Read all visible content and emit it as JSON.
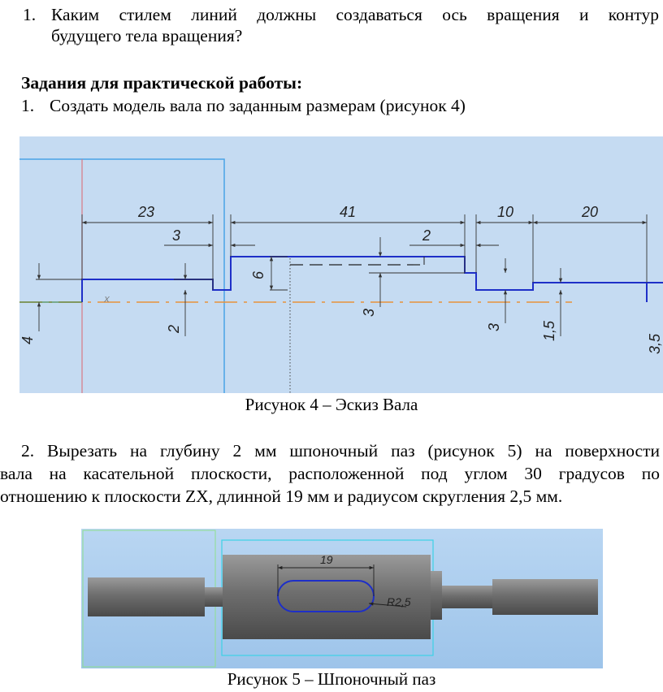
{
  "doc": {
    "q1_number": "1.",
    "q1_line1": "Каким стилем линий должны создаваться ось вращения и контур",
    "q1_line2": "будущего тела вращения?",
    "tasks_heading": "Задания для практической работы:",
    "task1_number": "1.",
    "task1_text": "Создать модель вала по заданным размерам (рисунок 4)",
    "figure4_caption": "Рисунок 4 – Эскиз Вала",
    "task2_line1": "2.   Вырезать на глубину 2 мм шпоночный паз (рисунок 5) на поверхности",
    "task2_line2": "вала на касательной плоскости, расположенной под углом 30 градусов по",
    "task2_line3": "отношению к плоскости ZX, длинной 19 мм и радиусом скругления 2,5 мм.",
    "figure5_caption": "Рисунок 5 – Шпоночный паз"
  },
  "sketch": {
    "dims": {
      "d23": "23",
      "d41": "41",
      "d10": "10",
      "d20": "20",
      "d3a": "3",
      "d2a": "2",
      "d6": "6",
      "d4": "4",
      "d2b": "2",
      "d3b": "3",
      "d3c": "3",
      "d15": "1,5",
      "d35": "3,5"
    },
    "axis_label": "X",
    "colors": {
      "background": "#c5dbf2",
      "profile": "#1e2fc8",
      "axis": "#e8923a",
      "frame": "#4aa3e6"
    }
  },
  "keyway": {
    "dim_length": "19",
    "dim_radius": "R2,5",
    "colors": {
      "background": "#a9cdee",
      "shaft": "#7a7a7a",
      "slot": "#1e2fc8"
    }
  }
}
